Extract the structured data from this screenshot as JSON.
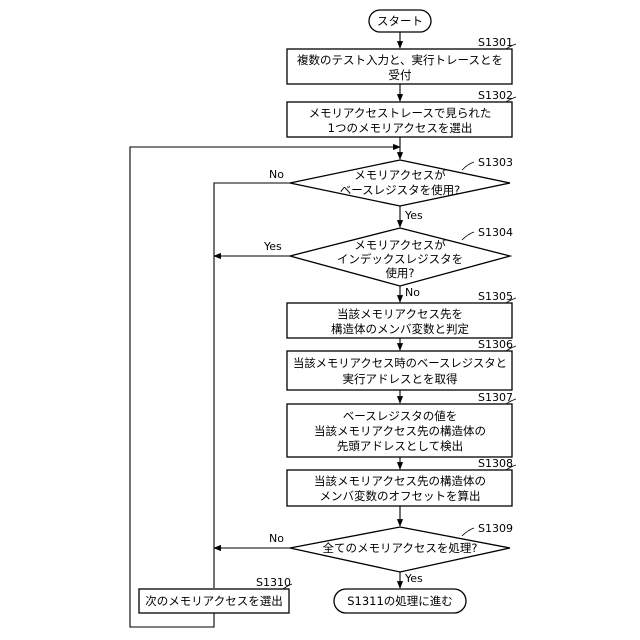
{
  "start": {
    "lines": [
      "スタート"
    ]
  },
  "steps": [
    {
      "id": "s1301",
      "tag": "S1301",
      "lines": [
        "複数のテスト入力と、実行トレースとを",
        "受付"
      ]
    },
    {
      "id": "s1302",
      "tag": "S1302",
      "lines": [
        "メモリアクセストレースで見られた",
        "1つのメモリアクセスを選出"
      ]
    },
    {
      "id": "s1303",
      "tag": "S1303",
      "lines": [
        "メモリアクセスが",
        "ベースレジスタを使用?"
      ]
    },
    {
      "id": "s1304",
      "tag": "S1304",
      "lines": [
        "メモリアクセスが",
        "インデックスレジスタを",
        "使用?"
      ]
    },
    {
      "id": "s1305",
      "tag": "S1305",
      "lines": [
        "当該メモリアクセス先を",
        "構造体のメンバ変数と判定"
      ]
    },
    {
      "id": "s1306",
      "tag": "S1306",
      "lines": [
        "当該メモリアクセス時のベースレジスタと",
        "実行アドレスとを取得"
      ]
    },
    {
      "id": "s1307",
      "tag": "S1307",
      "lines": [
        "ベースレジスタの値を",
        "当該メモリアクセス先の構造体の",
        "先頭アドレスとして検出"
      ]
    },
    {
      "id": "s1308",
      "tag": "S1308",
      "lines": [
        "当該メモリアクセス先の構造体の",
        "メンバ変数のオフセットを算出"
      ]
    },
    {
      "id": "s1309",
      "tag": "S1309",
      "lines": [
        "全てのメモリアクセスを処理?"
      ]
    },
    {
      "id": "s1310",
      "tag": "S1310",
      "lines": [
        "次のメモリアクセスを選出"
      ]
    }
  ],
  "end": {
    "lines": [
      "S1311の処理に進む"
    ]
  },
  "branches": {
    "s1303_no": "No",
    "s1303_yes": "Yes",
    "s1304_yes": "Yes",
    "s1304_no": "No",
    "s1309_no": "No",
    "s1309_yes": "Yes"
  }
}
